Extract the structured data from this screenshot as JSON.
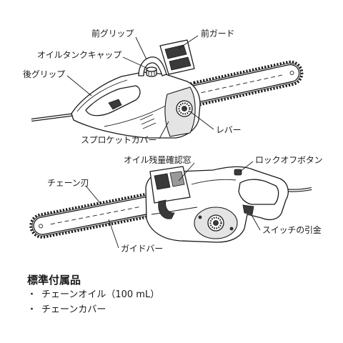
{
  "labels": {
    "top": {
      "front_grip": "前グリップ",
      "front_guard": "前ガード",
      "oil_tank_cap": "オイルタンクキャップ",
      "rear_grip": "後グリップ",
      "sprocket_cover": "スプロケットカバー",
      "lever": "レバー"
    },
    "bottom": {
      "oil_level_window": "オイル残量確認窓",
      "lock_off_button": "ロックオフボタン",
      "chain_blade": "チェーン刃",
      "switch_trigger": "スイッチの引金",
      "guide_bar": "ガイドバー"
    }
  },
  "accessories": {
    "heading": "標準付属品",
    "bullet": "・",
    "items": [
      "チェーンオイル（100 mL）",
      "チェーンカバー"
    ]
  },
  "colors": {
    "line": "#1a1a1a",
    "shade": "#e4e4e4",
    "background": "#ffffff"
  }
}
